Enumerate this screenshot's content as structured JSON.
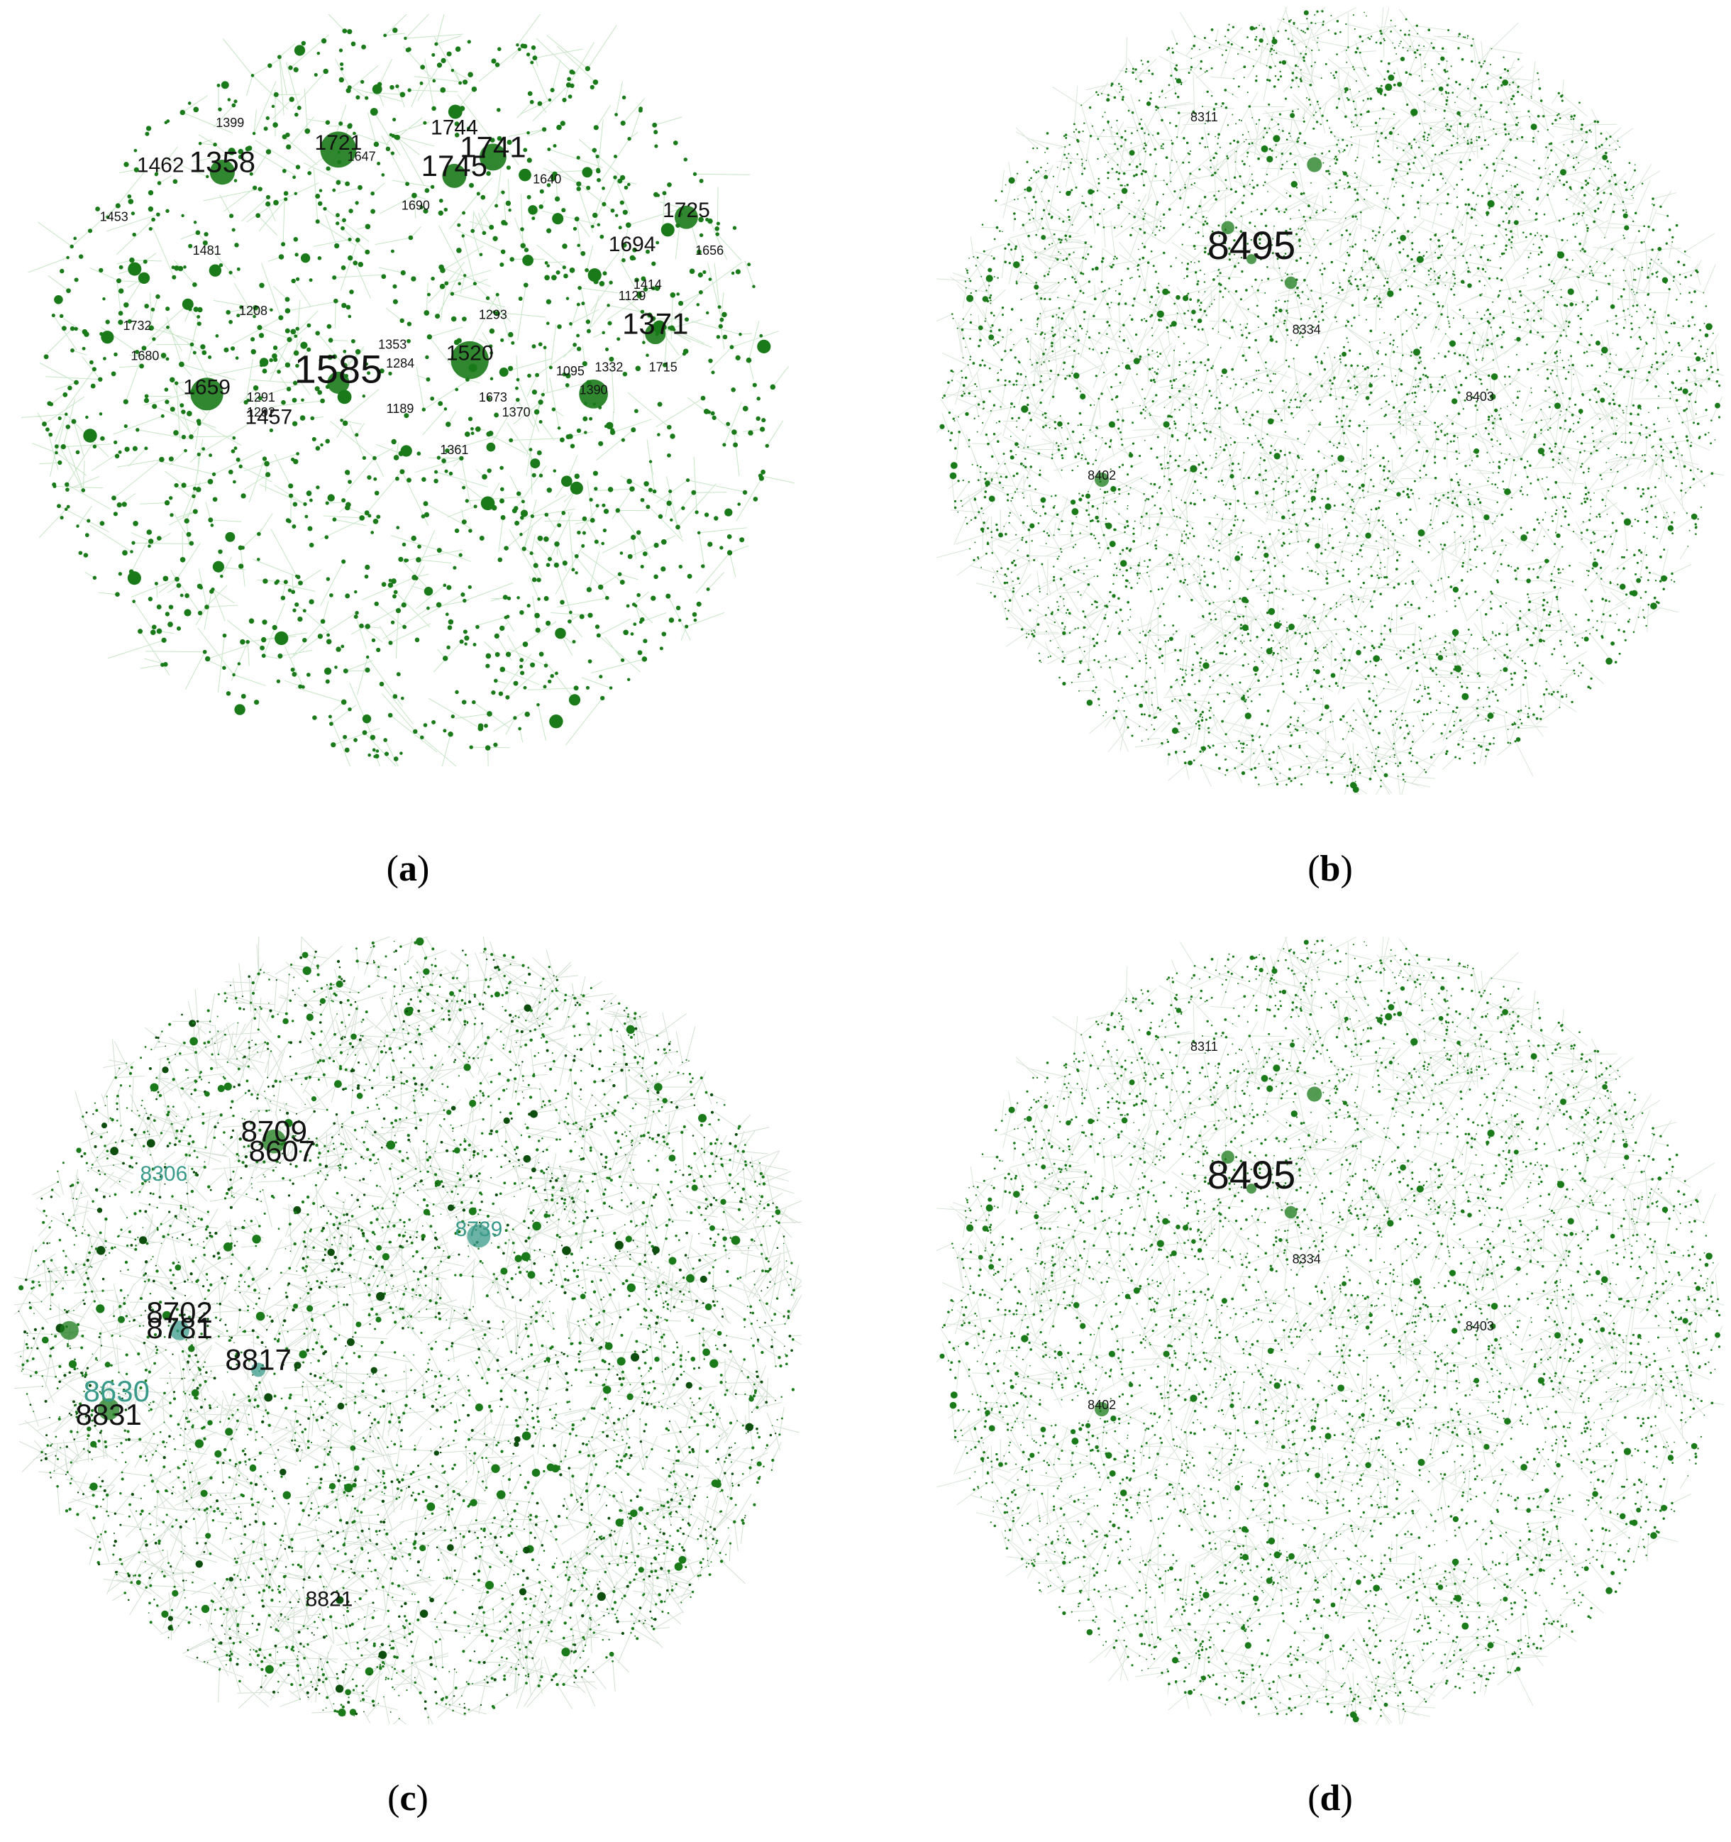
{
  "panels": [
    {
      "id": "a",
      "caption_letter": "a",
      "labels": [
        {
          "text": "1399",
          "size": "s"
        },
        {
          "text": "1721",
          "size": "m"
        },
        {
          "text": "1744",
          "size": "m"
        },
        {
          "text": "1741",
          "size": "l"
        },
        {
          "text": "1745",
          "size": "l"
        },
        {
          "text": "1358",
          "size": "l"
        },
        {
          "text": "1462",
          "size": "m"
        },
        {
          "text": "1647",
          "size": "s"
        },
        {
          "text": "1640",
          "size": "s"
        },
        {
          "text": "1725",
          "size": "m"
        },
        {
          "text": "1453",
          "size": "s"
        },
        {
          "text": "1690",
          "size": "s"
        },
        {
          "text": "1694",
          "size": "m"
        },
        {
          "text": "1656",
          "size": "s"
        },
        {
          "text": "1481",
          "size": "s"
        },
        {
          "text": "1414",
          "size": "s"
        },
        {
          "text": "1129",
          "size": "s"
        },
        {
          "text": "1208",
          "size": "s"
        },
        {
          "text": "1293",
          "size": "s"
        },
        {
          "text": "1732",
          "size": "s"
        },
        {
          "text": "1371",
          "size": "l"
        },
        {
          "text": "1353",
          "size": "s"
        },
        {
          "text": "1680",
          "size": "s"
        },
        {
          "text": "1585",
          "size": "xl"
        },
        {
          "text": "1284",
          "size": "s"
        },
        {
          "text": "1520",
          "size": "m"
        },
        {
          "text": "1095",
          "size": "s"
        },
        {
          "text": "1332",
          "size": "s"
        },
        {
          "text": "1715",
          "size": "s"
        },
        {
          "text": "1659",
          "size": "m"
        },
        {
          "text": "1390",
          "size": "s"
        },
        {
          "text": "1291",
          "size": "s"
        },
        {
          "text": "1673",
          "size": "s"
        },
        {
          "text": "1370",
          "size": "s"
        },
        {
          "text": "1292",
          "size": "s"
        },
        {
          "text": "1189",
          "size": "s"
        },
        {
          "text": "1457",
          "size": "m"
        },
        {
          "text": "1361",
          "size": "s"
        }
      ]
    },
    {
      "id": "b",
      "caption_letter": "b",
      "labels": [
        {
          "text": "8311",
          "size": "s"
        },
        {
          "text": "8495",
          "size": "xl"
        },
        {
          "text": "8402",
          "size": "s"
        },
        {
          "text": "8334",
          "size": "s"
        },
        {
          "text": "8403",
          "size": "s"
        }
      ]
    },
    {
      "id": "c",
      "caption_letter": "c",
      "labels": [
        {
          "text": "8709",
          "size": "l"
        },
        {
          "text": "8607",
          "size": "l"
        },
        {
          "text": "8306",
          "size": "m"
        },
        {
          "text": "8739",
          "size": "m"
        },
        {
          "text": "8702",
          "size": "l"
        },
        {
          "text": "8781",
          "size": "l"
        },
        {
          "text": "8817",
          "size": "l"
        },
        {
          "text": "8630",
          "size": "l"
        },
        {
          "text": "8831",
          "size": "l"
        },
        {
          "text": "8821",
          "size": "m"
        }
      ]
    },
    {
      "id": "d",
      "caption_letter": "d",
      "labels": [
        {
          "text": "8311",
          "size": "s"
        },
        {
          "text": "8495",
          "size": "xl"
        },
        {
          "text": "8402",
          "size": "s"
        },
        {
          "text": "8334",
          "size": "s"
        },
        {
          "text": "8403",
          "size": "s"
        }
      ]
    }
  ],
  "colors": {
    "node": "#1a7a1a",
    "node_dark": "#0d4d0d",
    "edge": "#9fd49f",
    "edge_dense": "#2f6f2f",
    "teal_label": "#3a9a8a",
    "label": "#111111"
  }
}
